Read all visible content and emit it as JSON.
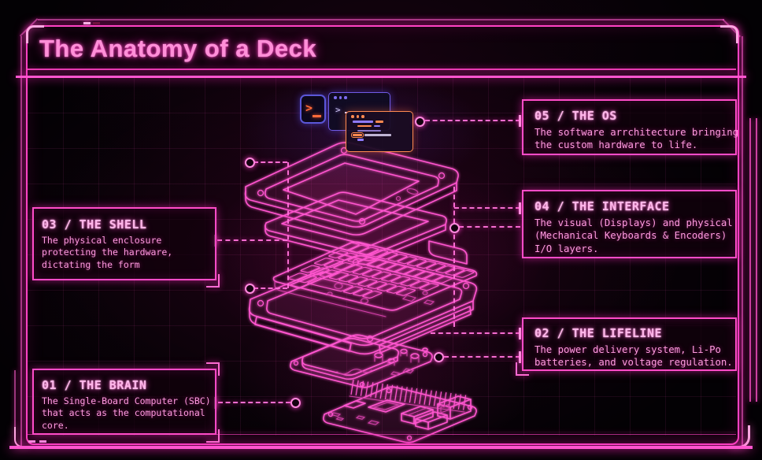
{
  "header": {
    "title": "The Anatomy of a Deck"
  },
  "callouts": [
    {
      "num": "05",
      "title": "05 / THE OS",
      "body": "The software arrchitecture bringing\nthe custom hardware to life."
    },
    {
      "num": "04",
      "title": "04 / THE INTERFACE",
      "body": "The visual (Displays) and physical\n(Mechanical Keyboards & Encoders)\nI/O layers."
    },
    {
      "num": "03",
      "title": "03 / THE SHELL",
      "body": "The physical enclosure\nprotecting the hardware,\ndictating the form"
    },
    {
      "num": "02",
      "title": "02 / THE LIFELINE",
      "body": "The power delivery system, Li-Po\nbatteries, and voltage regulation."
    },
    {
      "num": "01",
      "title": "01 / THE BRAIN",
      "body": "The Single-Board Computer (SBC)\nthat acts as the computational\ncore."
    }
  ],
  "os_windows": {
    "terminal_icon_glyph": ">",
    "terminal_prompt": ">",
    "terminal_cursor_glyph": "_"
  },
  "colors": {
    "accent": "#ff4fc8",
    "accent_bright": "#ffb7ea",
    "terminal_blue": "#6f5ae6",
    "code_orange": "#ff8a50",
    "background": "#030104"
  }
}
